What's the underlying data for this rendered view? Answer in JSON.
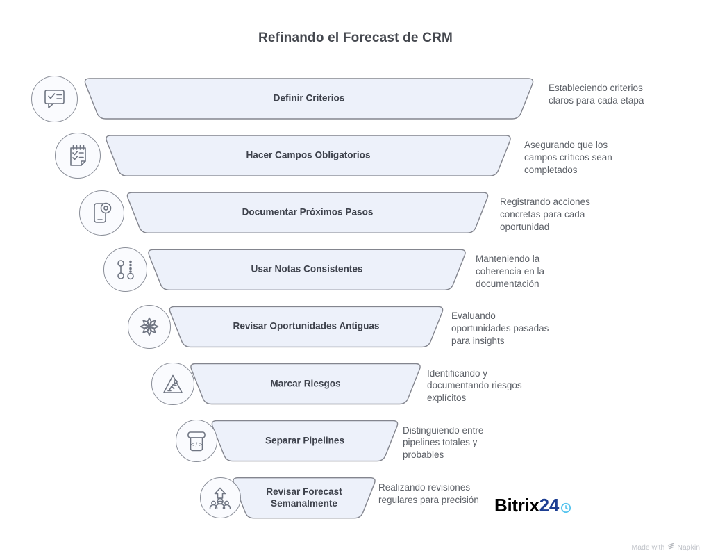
{
  "title": "Refinando el Forecast de CRM",
  "funnel": {
    "rows": [
      {
        "label": "Definir Criterios",
        "description": "Estableciendo criterios claros para cada etapa",
        "icon": "chat-check-icon"
      },
      {
        "label": "Hacer Campos Obligatorios",
        "description": "Asegurando que los campos críticos sean completados",
        "icon": "checklist-note-icon"
      },
      {
        "label": "Documentar Próximos Pasos",
        "description": "Registrando acciones concretas para cada oportunidad",
        "icon": "phone-camera-icon"
      },
      {
        "label": "Usar Notas Consistentes",
        "description": "Manteniendo la coherencia en la documentación",
        "icon": "timeline-dots-icon"
      },
      {
        "label": "Revisar Oportunidades Antiguas",
        "description": "Evaluando oportunidades pasadas para insights",
        "icon": "compass-star-icon"
      },
      {
        "label": "Marcar Riesgos",
        "description": "Identificando y documentando riesgos explícitos",
        "icon": "hazard-triangle-icon"
      },
      {
        "label": "Separar Pipelines",
        "description": "Distinguiendo entre pipelines totales y probables",
        "icon": "code-box-icon"
      },
      {
        "label": "Revisar Forecast Semanalmente",
        "description": "Realizando revisiones regulares para precisión",
        "icon": "team-growth-icon"
      }
    ]
  },
  "branding": {
    "logo_text_primary": "Bitrix",
    "logo_text_secondary": "24",
    "watermark_prefix": "Made with",
    "watermark_brand": "Napkin"
  },
  "colors": {
    "shape_fill": "#edf1fa",
    "shape_border": "#83858e",
    "label_text": "#3e424c",
    "description_text": "#5b5f66",
    "logo_primary": "#28a9e1",
    "logo_secondary": "#1d3e92"
  }
}
